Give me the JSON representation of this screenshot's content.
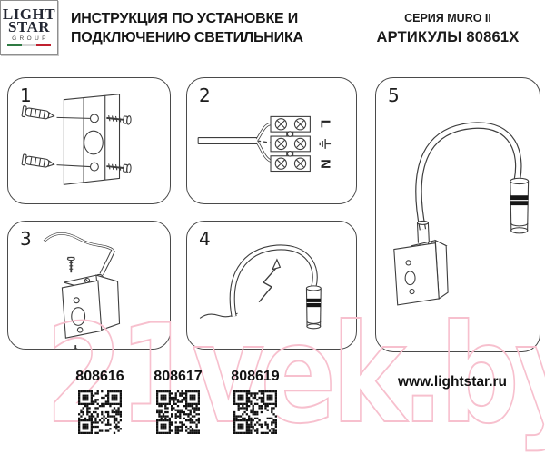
{
  "header": {
    "logo": {
      "line1": "LIGHT",
      "line2": "STAR",
      "line3": "GROUP"
    },
    "title": {
      "line1": "ИНСТРУКЦИЯ ПО УСТАНОВКЕ И",
      "line2": "ПОДКЛЮЧЕНИЮ СВЕТИЛЬНИКА"
    },
    "series_label": "СЕРИЯ MURO II",
    "articles_label": "АРТИКУЛЫ 80861X"
  },
  "steps": [
    {
      "number": "1"
    },
    {
      "number": "2"
    },
    {
      "number": "3"
    },
    {
      "number": "4"
    },
    {
      "number": "5"
    }
  ],
  "wiring": {
    "live_label": "L",
    "neutral_label": "N",
    "ground_icon": "earth-ground-symbol"
  },
  "footer": {
    "articles": [
      "808616",
      "808617",
      "808619"
    ],
    "website": "www.lightstar.ru"
  },
  "watermark": {
    "text": "21vek.by",
    "color": "#f7c0ce"
  },
  "colors": {
    "line": "#3d3d3d",
    "flag_green": "#2f7a43",
    "flag_white": "#d6d6d6",
    "flag_red": "#c0202f"
  }
}
